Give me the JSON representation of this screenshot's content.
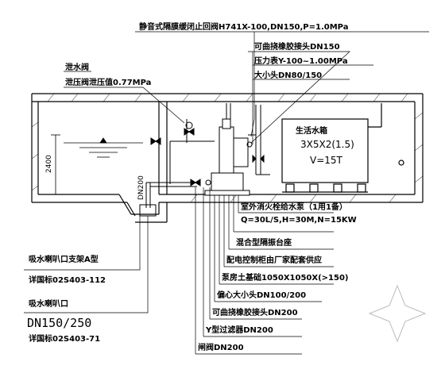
{
  "callouts_top": {
    "check_valve": "静音式隔膜缓闭止回阀H741X-100,DN150,P=1.0MPa",
    "flex_joint": "可曲挠橡胶接头DN150",
    "pressure_gauge": "压力表Y-100~1.00MPa",
    "reducer": "大小头DN80/150"
  },
  "callouts_left": {
    "relief_valve": "泄水阀",
    "relief_setting": "泄压阀泄压值0.77MPa"
  },
  "tank": {
    "name": "生活水箱",
    "dims": "3X5X2(1.5)",
    "volume": "V=15T"
  },
  "dims": {
    "water_depth": "2400",
    "suction_pipe": "DN200"
  },
  "callouts_bottom": {
    "pump": "室外消火栓给水泵（1用1备）",
    "pump_spec": "Q=30L/S,H=30M,N=15KW",
    "base": "混合型隔振台座",
    "electric": "配电控制柜由厂家配套供应",
    "foundation": "泵房土基础1050X1050X(>150)",
    "eccentric_reducer": "偏心大小头DN100/200",
    "flex_joint_200": "可曲挠橡胶接头DN200",
    "y_strainer": "Y型过滤器DN200",
    "gate_valve": "闸阀DN200"
  },
  "callouts_lower_left": {
    "suction_bracket": "吸水喇叭口支架A型",
    "suction_bracket_ref": "详国标02S403-112",
    "bell_mouth": "吸水喇叭口",
    "bell_size": "DN150/250",
    "bell_ref": "详国标02S403-71"
  }
}
